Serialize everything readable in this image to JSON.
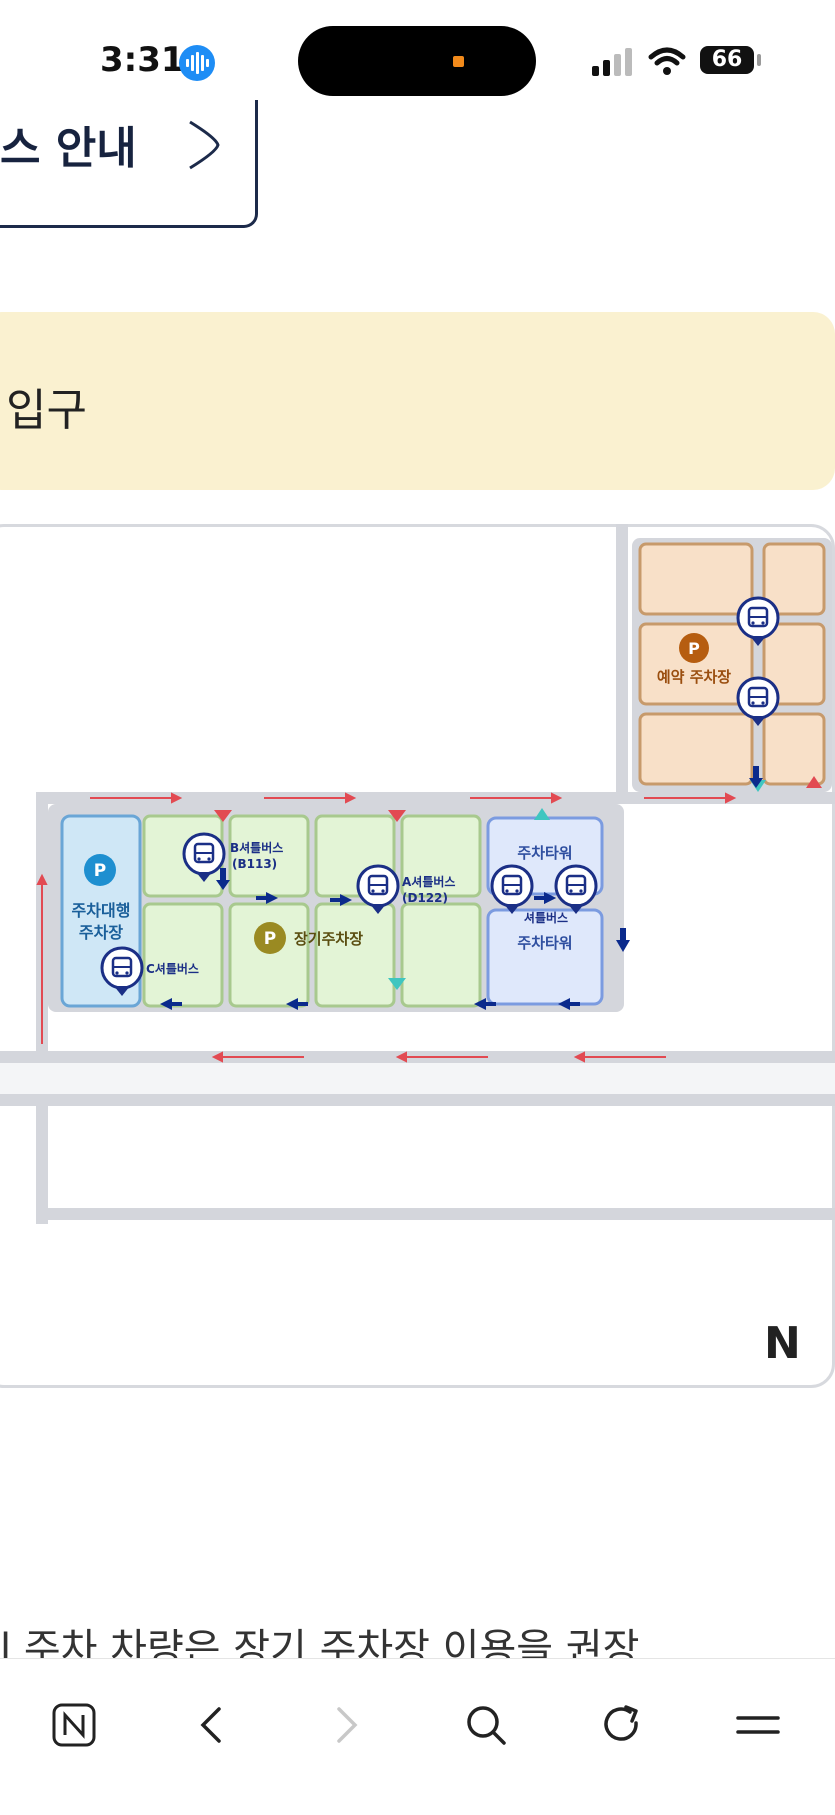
{
  "status_bar": {
    "time": "3:31",
    "battery": "66"
  },
  "guide": {
    "label": "스 안내"
  },
  "entrance": {
    "label": "입구"
  },
  "map": {
    "labels": {
      "valet": [
        "주차대행",
        "주차장"
      ],
      "long_term": "장기주차장",
      "reserved": "예약 주차장",
      "tower_top": "주차타워",
      "tower_bottom": "주차타워",
      "shuttle_b": [
        "B셔틀버스",
        "(B113)"
      ],
      "shuttle_a": [
        "A셔틀버스",
        "(D122)"
      ],
      "shuttle_c": "C셔틀버스",
      "shuttle_tower": "셔틀버스",
      "parking_symbol": "P"
    },
    "compass": "N",
    "colors": {
      "road": "#d4d6dc",
      "green_lot": "#e3f4d6",
      "green_border": "#a8c98e",
      "blue_lot": "#cfe7f6",
      "tower_lot": "#dfe8fb",
      "orange_lot": "#f8e0c8",
      "orange_border": "#c79a6b",
      "arrow_red": "#e24a52",
      "arrow_blue": "#0b2a8c",
      "marker_teal": "#3fc6c0"
    }
  },
  "notice": "l 주차 차량은 장기 주차장 이용을 권장",
  "bottom_nav": [
    "naver-home-icon",
    "back-icon",
    "forward-icon",
    "search-icon",
    "reload-icon",
    "menu-icon"
  ]
}
